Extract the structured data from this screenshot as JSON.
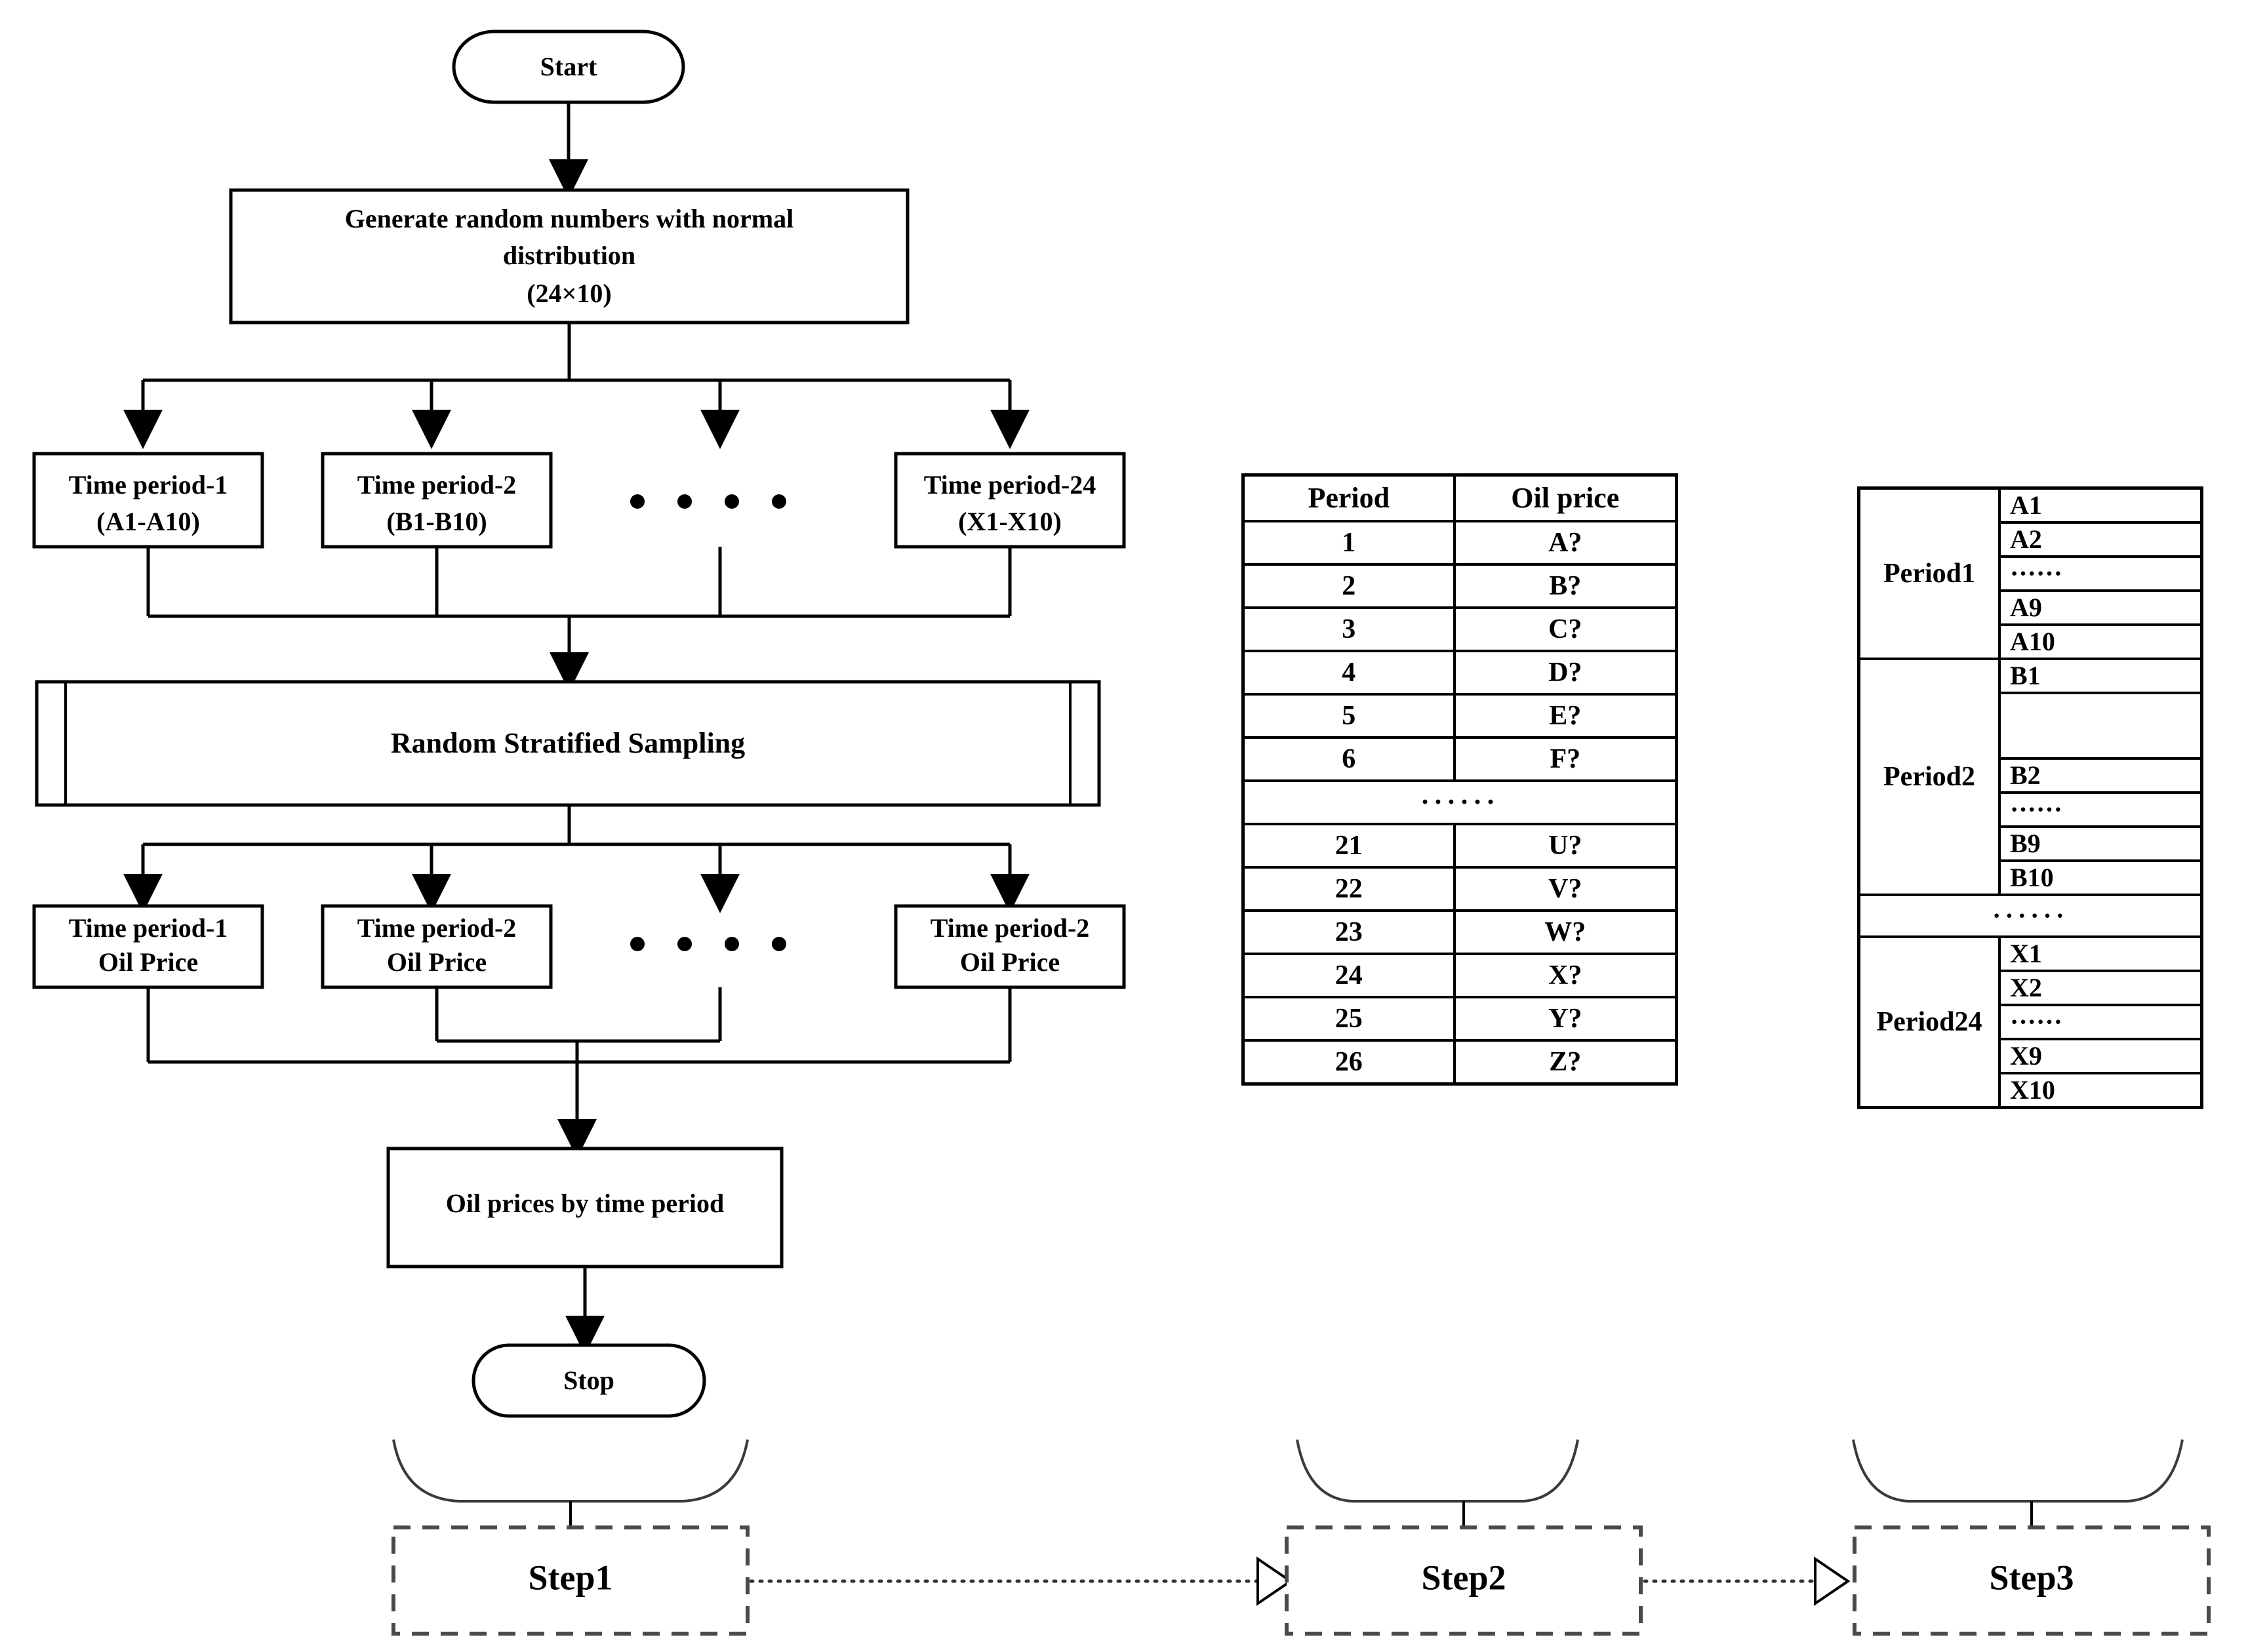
{
  "flowchart": {
    "start_label": "Start",
    "generate_box": {
      "line1": "Generate random numbers with normal",
      "line2": "distribution",
      "line3": "(24×10)"
    },
    "period_boxes_top": [
      {
        "line1": "Time period-1",
        "line2": "(A1-A10)"
      },
      {
        "line1": "Time period-2",
        "line2": "(B1-B10)"
      },
      {
        "line1": "Time period-24",
        "line2": "(X1-X10)"
      }
    ],
    "sampling_label": "Random Stratified Sampling",
    "period_boxes_bottom": [
      {
        "line1": "Time period-1",
        "line2": "Oil Price"
      },
      {
        "line1": "Time period-2",
        "line2": "Oil Price"
      },
      {
        "line1": "Time period-2",
        "line2": "Oil Price"
      }
    ],
    "result_label": "Oil prices by time period",
    "stop_label": "Stop",
    "ellipsis_dots": "• • • •"
  },
  "steps": {
    "step1": "Step1",
    "step2": "Step2",
    "step3": "Step3"
  },
  "period_price_table": {
    "headers": [
      "Period",
      "Oil price"
    ],
    "rows": [
      [
        "1",
        "A?"
      ],
      [
        "2",
        "B?"
      ],
      [
        "3",
        "C?"
      ],
      [
        "4",
        "D?"
      ],
      [
        "5",
        "E?"
      ],
      [
        "6",
        "F?"
      ]
    ],
    "ellipsis": "······",
    "rows_tail": [
      [
        "21",
        "U?"
      ],
      [
        "22",
        "V?"
      ],
      [
        "23",
        "W?"
      ],
      [
        "24",
        "X?"
      ],
      [
        "25",
        "Y?"
      ],
      [
        "26",
        "Z?"
      ]
    ]
  },
  "group_table": {
    "groups": [
      {
        "label": "Period1",
        "values": [
          "A1",
          "A2",
          "······",
          "A9",
          "A10"
        ]
      },
      {
        "label": "Period2",
        "values": [
          "B1",
          "",
          "B2",
          "······",
          "B9",
          "B10"
        ]
      },
      {
        "label": "",
        "values": [
          "······"
        ]
      },
      {
        "label": "Period24",
        "values": [
          "X1",
          "X2",
          "······",
          "X9",
          "X10"
        ]
      }
    ]
  },
  "colors": {
    "line": "#000000",
    "dashed": "#4a4a4a",
    "background": "#ffffff"
  }
}
